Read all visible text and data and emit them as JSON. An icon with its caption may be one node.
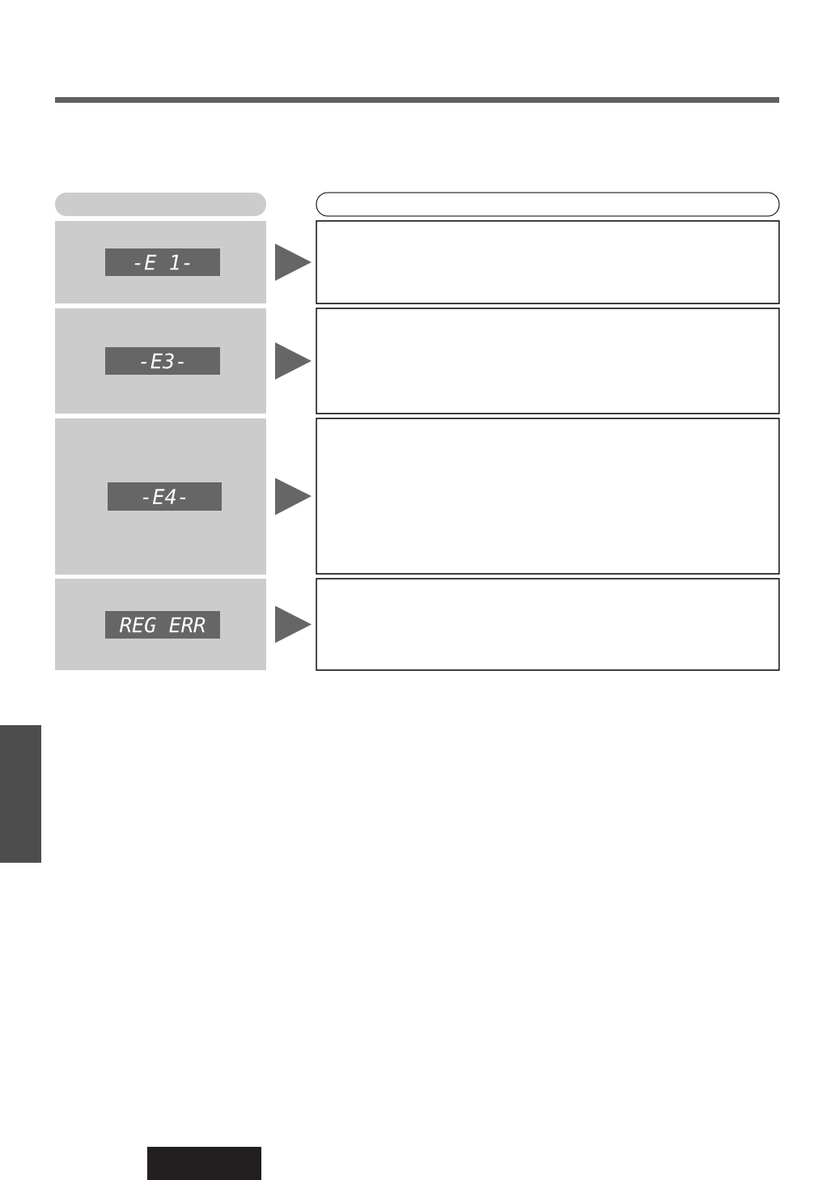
{
  "diagram": {
    "nodes": [
      {
        "text": [],
        "shape": "box"
      },
      {
        "text": [
          "-E 1-"
        ],
        "in": 0
      },
      {
        "text": [],
        "shape": "box"
      },
      {
        "text": [],
        "shape": "box"
      },
      {
        "text": [
          "-E3-"
        ],
        "in": 3
      },
      {
        "text": [],
        "shape": "box"
      },
      {
        "text": [],
        "shape": "box"
      },
      {
        "text": [
          "-E4-"
        ],
        "in": 6
      },
      {
        "text": [],
        "shape": "box"
      },
      {
        "text": [],
        "shape": "box"
      },
      {
        "text": [
          "REG ERR"
        ],
        "in": 9
      },
      {
        "text": [],
        "shape": "box"
      },
      {
        "text": [],
        "shape": "bar"
      }
    ],
    "edges": [
      {
        "from": 0,
        "to": 2,
        "arrow": "to"
      },
      {
        "from": 3,
        "to": 5,
        "arrow": "to"
      },
      {
        "from": 6,
        "to": 8,
        "arrow": "to"
      },
      {
        "from": 9,
        "to": 11,
        "arrow": "to"
      }
    ]
  }
}
